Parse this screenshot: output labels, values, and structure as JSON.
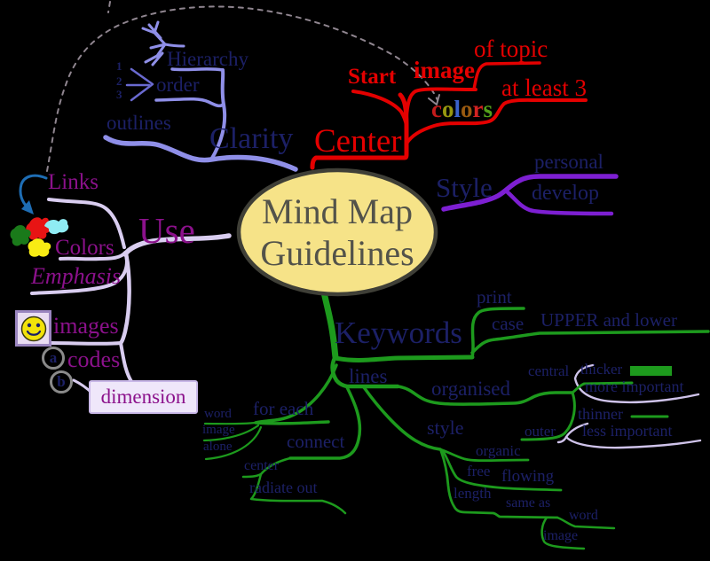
{
  "title": "Mind Map Guidelines",
  "palette": {
    "background": "#000000",
    "red_branch": "#e40000",
    "green_branch": "#1d9a1d",
    "periwinkle_branch": "#8f8fe8",
    "lavender_branch": "#d9cdf0",
    "purple_branch": "#7d1fd2",
    "navy_text": "#1c2066",
    "purple_text": "#8b118b",
    "ellipse_fill": "#f6e388",
    "blue_arrow": "#1e6db4"
  },
  "center_node": {
    "line1": "Mind Map",
    "line2": "Guidelines"
  },
  "branches": {
    "clarity": {
      "label": "Clarity",
      "hierarchy": "Hierarchy",
      "order": "order",
      "outlines": "outlines",
      "digits": [
        "1",
        "2",
        "3"
      ]
    },
    "center": {
      "label": "Center",
      "start": "Start",
      "image": "image",
      "of_topic": "of topic",
      "at_least_3": "at least 3",
      "colors_word": [
        {
          "ch": "c",
          "color": "#c41b1b"
        },
        {
          "ch": "o",
          "color": "#97970f"
        },
        {
          "ch": "l",
          "color": "#3a62cc"
        },
        {
          "ch": "o",
          "color": "#9a5a10"
        },
        {
          "ch": "r",
          "color": "#d22222"
        },
        {
          "ch": "s",
          "color": "#53a01a"
        }
      ]
    },
    "style": {
      "label": "Style",
      "personal": "personal",
      "develop": "develop"
    },
    "use": {
      "label": "Use",
      "links": "Links",
      "colors": "Colors",
      "emphasis": "Emphasis",
      "images": "images",
      "codes": "codes",
      "code_a": "a",
      "code_b": "b",
      "dimension": "dimension"
    },
    "keywords": {
      "label": "Keywords",
      "print": "print",
      "case": "case",
      "upper_lower": "UPPER and lower",
      "lines": "lines",
      "organised": "organised",
      "central": "central",
      "thicker": "thicker",
      "more_important": "more important",
      "outer": "outer",
      "thinner": "thinner",
      "less_important": "less important",
      "for_each": "for each",
      "word": "word",
      "image": "image",
      "alone": "alone",
      "connect": "connect",
      "center": "center",
      "radiate_out": "radiate out",
      "style": "style",
      "organic": "organic",
      "free": "free",
      "flowing": "flowing",
      "length": "length",
      "same_as": "same as",
      "word2": "word",
      "image2": "image"
    }
  }
}
